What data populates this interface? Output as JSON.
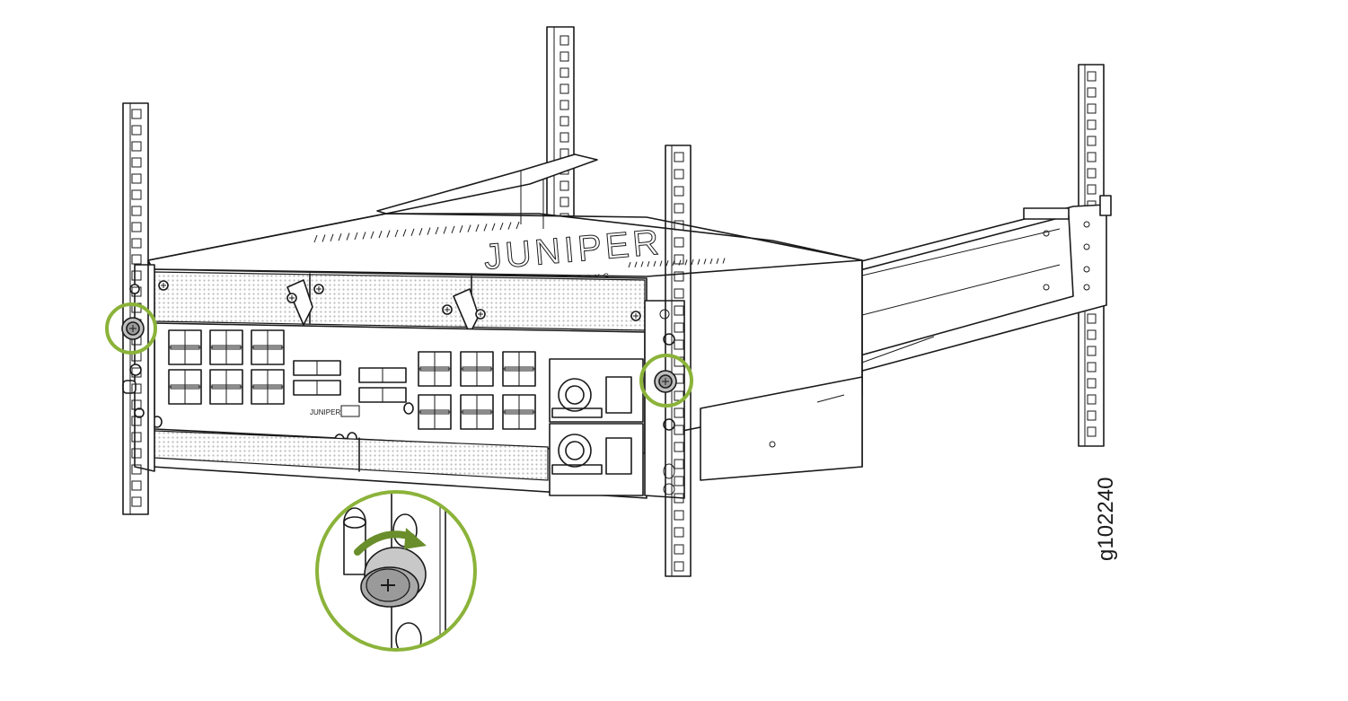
{
  "figure": {
    "id_label": "g102240",
    "brand_text": "JUNIPER",
    "brand_sub": "NETWORKS",
    "colors": {
      "line": "#1a1a1a",
      "accent": "#8bb33a",
      "arrow": "#6a8e2b",
      "screw_fill": "#9a9a9a",
      "mesh": "#e6e6e6"
    },
    "icons": [
      "rack-rail-icon",
      "chassis-icon",
      "captive-screw-icon",
      "rotate-clockwise-arrow-icon",
      "magnifier-callout-icon"
    ]
  }
}
